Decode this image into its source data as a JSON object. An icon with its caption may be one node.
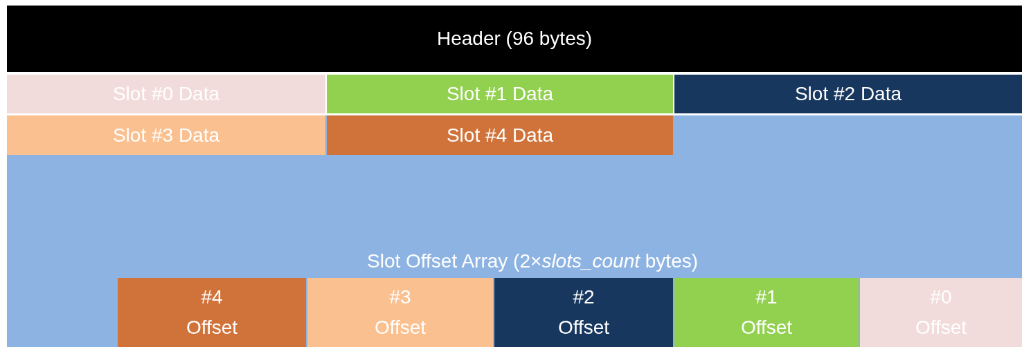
{
  "diagram": {
    "nodes": [
      {
        "text": [
          "Header (96 bytes)"
        ]
      },
      {
        "text": [
          "Slot #0 Data"
        ]
      },
      {
        "text": [
          "Slot #1 Data"
        ]
      },
      {
        "text": [
          "Slot #2 Data"
        ]
      },
      {
        "text": [
          "Slot Offset Array (2×*slots_count* bytes)"
        ]
      },
      {
        "text": [
          "Slot #3 Data"
        ],
        "in": 4
      },
      {
        "text": [
          "Slot #4 Data"
        ],
        "in": 4
      },
      {
        "text": [
          "#4 Offset"
        ],
        "in": 4
      },
      {
        "text": [
          "#3 Offset"
        ],
        "in": 4
      },
      {
        "text": [
          "#2 Offset"
        ],
        "in": 4
      },
      {
        "text": [
          "#1 Offset"
        ],
        "in": 4
      },
      {
        "text": [
          "#0 Offset"
        ],
        "in": 4
      }
    ]
  }
}
